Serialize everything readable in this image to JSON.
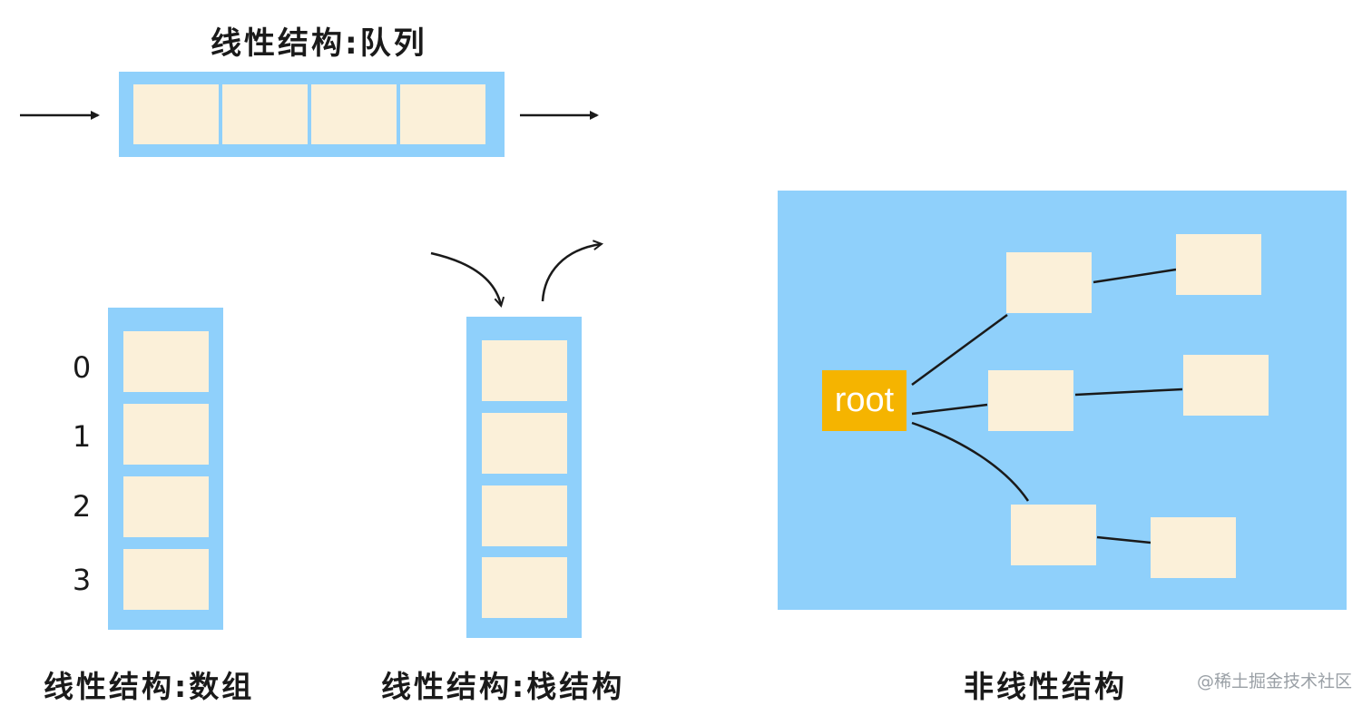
{
  "queue": {
    "title": "线性结构:队列",
    "cell_count": 4
  },
  "array": {
    "title": "线性结构:数组",
    "indices": [
      "0",
      "1",
      "2",
      "3"
    ]
  },
  "stack": {
    "title": "线性结构:栈结构",
    "cell_count": 4
  },
  "tree": {
    "title": "非线性结构",
    "root_label": "root"
  },
  "watermark": "@稀土掘金技术社区",
  "colors": {
    "container": "#8fd0fb",
    "cell": "#fbf0d9",
    "root": "#f5b400",
    "line": "#1a1a1a"
  }
}
